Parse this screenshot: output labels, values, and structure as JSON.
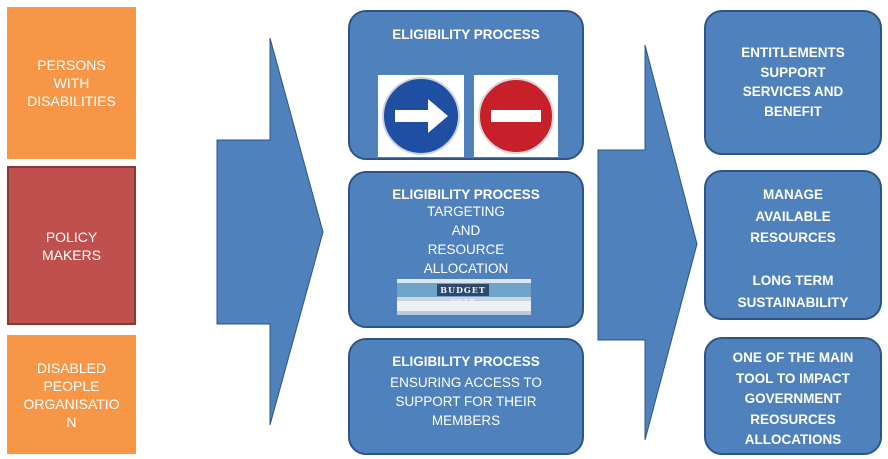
{
  "left_boxes": [
    {
      "lines": [
        "PERSONS",
        "WITH",
        "DISABILITIES"
      ],
      "color": "#f79646"
    },
    {
      "lines": [
        "POLICY",
        "MAKERS"
      ],
      "color": "#c0504d"
    },
    {
      "lines": [
        "DISABLED",
        "PEOPLE",
        "ORGANISATIO",
        "N"
      ],
      "color": "#f79646"
    }
  ],
  "middle_boxes": [
    {
      "heading": "ELIGIBILITY PROCESS",
      "icons": [
        "right-arrow-sign-icon",
        "no-entry-sign-icon"
      ]
    },
    {
      "heading": "ELIGIBILITY PROCESS",
      "lines": [
        "TARGETING",
        "AND",
        "RESOURCE",
        "ALLOCATION"
      ],
      "image_caption": "BUDGET 2017"
    },
    {
      "heading": "ELIGIBILITY PROCESS",
      "lines": [
        "ENSURING ACCESS TO",
        "SUPPORT FOR THEIR",
        "MEMBERS"
      ]
    }
  ],
  "right_boxes": [
    {
      "lines": [
        "ENTITLEMENTS",
        "SUPPORT",
        "SERVICES AND",
        "BENEFIT"
      ]
    },
    {
      "lines": [
        "MANAGE",
        "AVAILABLE",
        "RESOURCES",
        "",
        "LONG TERM",
        "SUSTAINABILITY"
      ]
    },
    {
      "lines": [
        "ONE OF THE MAIN",
        "TOOL TO IMPACT",
        "GOVERNMENT",
        "REOSURCES",
        "ALLOCATIONS"
      ]
    }
  ],
  "colors": {
    "box_blue": "#4f81bd",
    "box_border": "#2c5486",
    "arrow_blue": "#4f81bd"
  }
}
